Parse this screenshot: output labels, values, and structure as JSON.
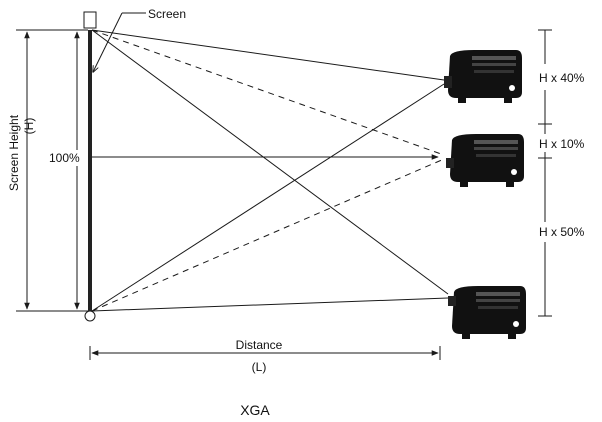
{
  "labels": {
    "screen": "Screen",
    "screen_height_line1": "Screen Height",
    "screen_height_line2": "(H)",
    "percent_100": "100%",
    "h40": "H x 40%",
    "h10": "H x 10%",
    "h50": "H x 50%",
    "distance": "Distance",
    "distance_sub": "(L)",
    "caption": "XGA"
  },
  "colors": {
    "line": "#1a1a1a",
    "screen_bar": "#222222",
    "projector_body": "#111111"
  }
}
